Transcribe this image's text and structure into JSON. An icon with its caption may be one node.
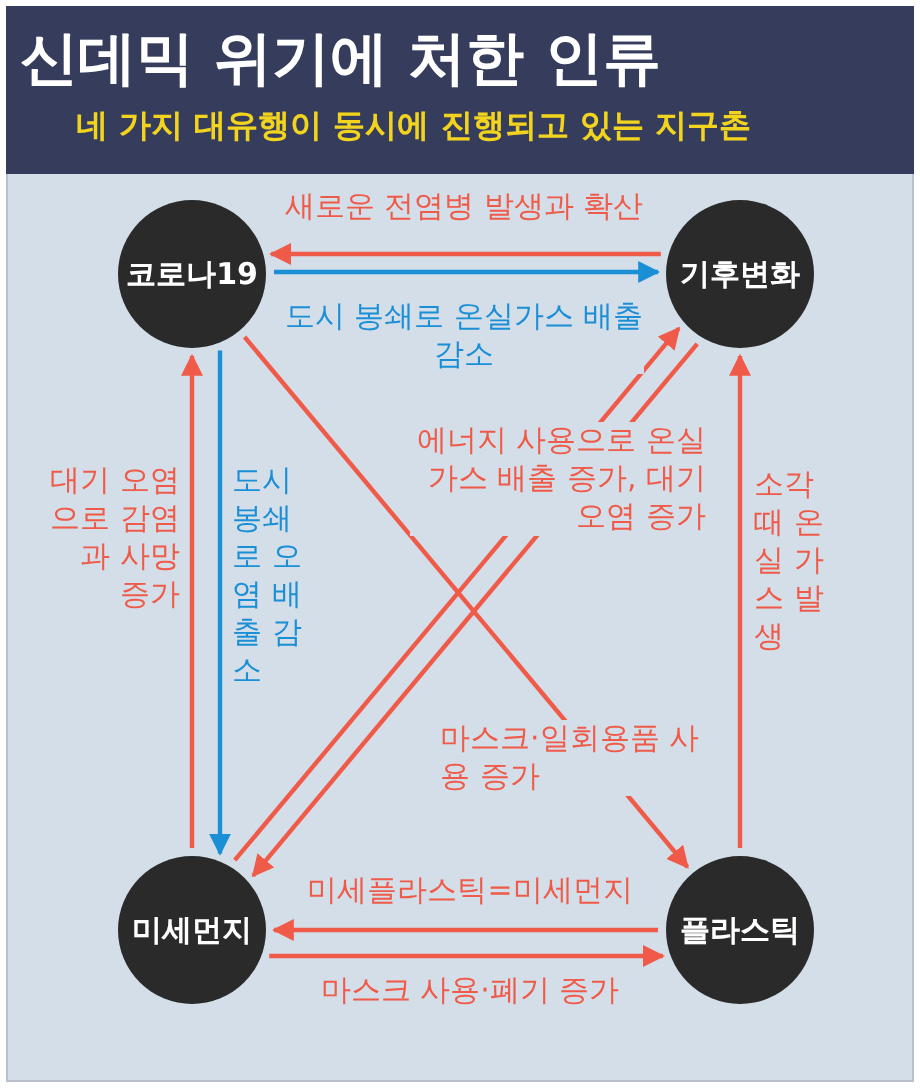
{
  "diagram": {
    "title": "신데믹 위기에 처한 인류",
    "nodes": [
      {
        "text": [
          "코로나19"
        ]
      },
      {
        "text": [
          "기후변화"
        ]
      },
      {
        "text": [
          "미세먼지"
        ]
      },
      {
        "text": [
          "플라스틱"
        ]
      }
    ],
    "edges": [
      {
        "from": 1,
        "to": 0,
        "arrow": "to",
        "label": "새로운 전염병 발생과 확산"
      },
      {
        "from": 0,
        "to": 1,
        "arrow": "to",
        "label": "도시 봉쇄로 온실가스 배출 감소",
        "color": "#1b8fd6"
      },
      {
        "from": 2,
        "to": 0,
        "arrow": "to",
        "label": "대기 오염으로 감염과 사망 증가"
      },
      {
        "from": 0,
        "to": 2,
        "arrow": "to",
        "label": "도시 봉쇄로 오염 배출 감소",
        "color": "#1b8fd6"
      },
      {
        "from": 0,
        "to": 3,
        "arrow": "to",
        "label": "마스크·일회용품 사용 증가"
      },
      {
        "from": 2,
        "to": 1,
        "arrow": "to",
        "label": "에너지 사용으로 온실가스 배출 증가, 대기오염 증가"
      },
      {
        "from": 1,
        "to": 2,
        "arrow": "to"
      },
      {
        "from": 3,
        "to": 2,
        "arrow": "to",
        "label": "미세플라스틱=미세먼지"
      },
      {
        "from": 2,
        "to": 3,
        "arrow": "to",
        "label": "마스크 사용·폐기 증가"
      },
      {
        "from": 3,
        "to": 1,
        "arrow": "to",
        "label": "소각 때 온실 가스 발생"
      }
    ],
    "labels": [
      "네 가지 대유행이 동시에 진행되고 있는 지구촌"
    ]
  }
}
